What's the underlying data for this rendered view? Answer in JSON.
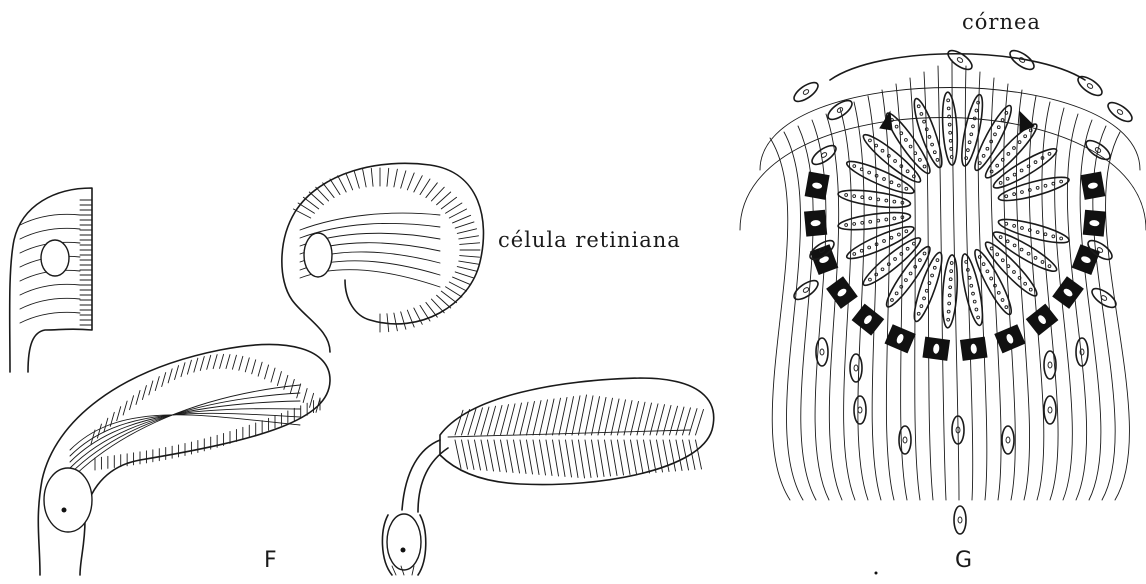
{
  "figure": {
    "labels": {
      "cornea": "córnea",
      "retinal_cell": "célula retiniana",
      "panel_f": "F",
      "panel_g": "G"
    },
    "panel_f": {
      "cells": [
        {
          "id": "cell-1",
          "shape": "mushroom"
        },
        {
          "id": "cell-2",
          "shape": "cup"
        },
        {
          "id": "cell-3",
          "shape": "elongated-leaf"
        },
        {
          "id": "cell-4",
          "shape": "oval-leaf"
        }
      ]
    },
    "panel_g": {
      "structure": "radial eye",
      "pigment_cells": 14,
      "sensory_cells": 22
    },
    "colors": {
      "ink": "#1a1a1a",
      "background": "#ffffff"
    }
  }
}
